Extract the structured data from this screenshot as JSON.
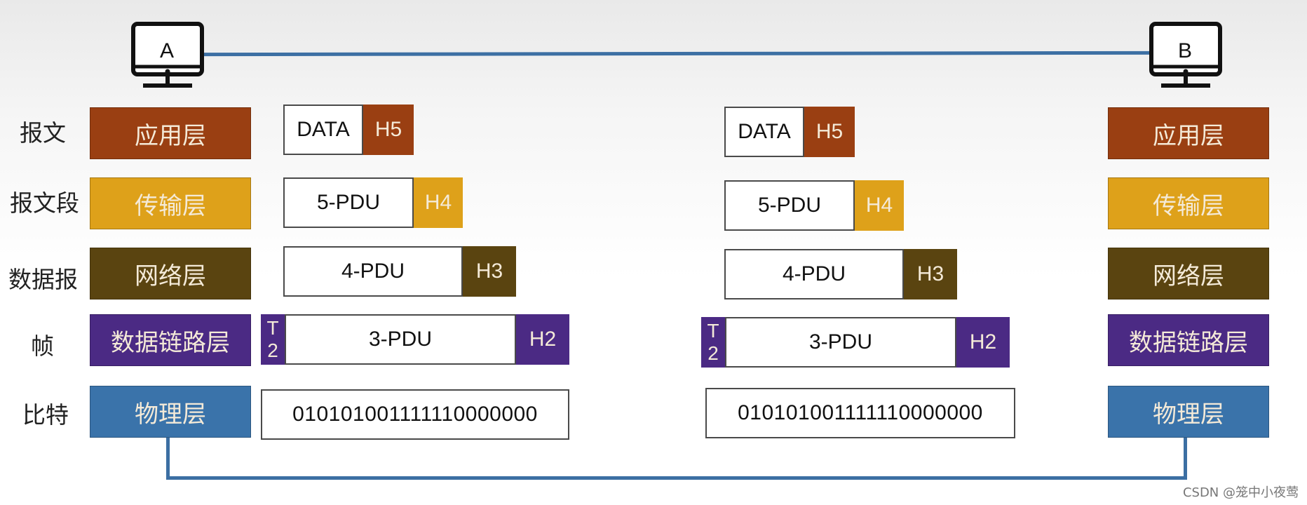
{
  "hosts": {
    "left": "A",
    "right": "B"
  },
  "row_labels": [
    "报文",
    "报文段",
    "数据报",
    "帧",
    "比特"
  ],
  "layers": [
    "应用层",
    "传输层",
    "网络层",
    "数据链路层",
    "物理层"
  ],
  "colors": {
    "application": "#9a3f12",
    "transport": "#dea11a",
    "network": "#5a4410",
    "datalink": "#4b2a84",
    "physical": "#3a73aa",
    "link": "#3c6fa3"
  },
  "pdus": {
    "data": "DATA",
    "h5": "H5",
    "pdu5": "5-PDU",
    "h4": "H4",
    "pdu4": "4-PDU",
    "h3": "H3",
    "pdu3": "3-PDU",
    "h2": "H2",
    "trailer_t": "T",
    "trailer_2": "2",
    "bits": "010101001111110000000"
  },
  "watermark": "CSDN @笼中小夜莺"
}
